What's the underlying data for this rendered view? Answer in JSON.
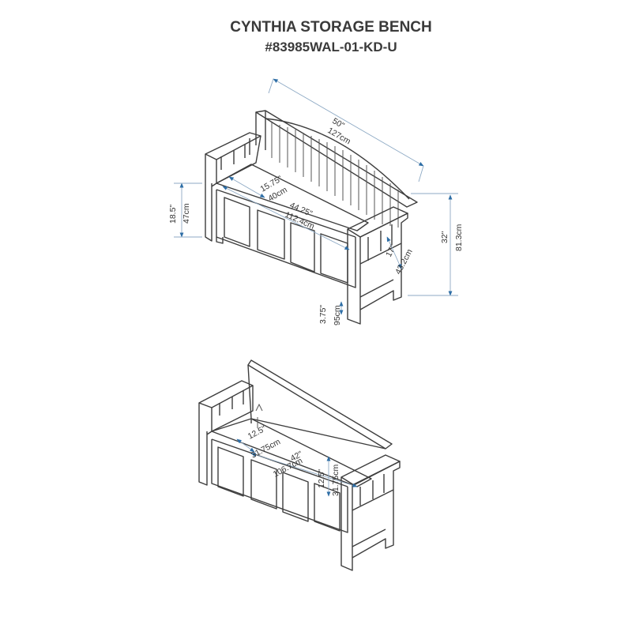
{
  "title": "CYNTHIA STORAGE BENCH",
  "model": "#83985WAL-01-KD-U",
  "colors": {
    "line": "#3d3d3d",
    "dimension_line": "#8da9c4",
    "arrow": "#2e6ea6",
    "text": "#333333"
  },
  "top_view": {
    "width_in": "50\"",
    "width_cm": "127cm",
    "seat_depth_in": "15.75\"",
    "seat_depth_cm": "40cm",
    "seat_width_in": "44.25\"",
    "seat_width_cm": "112.4cm",
    "seat_height_in": "18.5\"",
    "seat_height_cm": "47cm",
    "total_height_in": "32\"",
    "total_height_cm": "81.3cm",
    "depth_in": "17\"",
    "depth_cm": "43.2cm",
    "clearance_in": "3.75\"",
    "clearance_cm": "95cm"
  },
  "bottom_view": {
    "storage_depth_in": "12.5\"",
    "storage_depth_cm": "31.75cm",
    "storage_width_in": "42\"",
    "storage_width_cm": "106.7cm",
    "storage_height_in": "12.5\"",
    "storage_height_cm": "31.75cm"
  }
}
